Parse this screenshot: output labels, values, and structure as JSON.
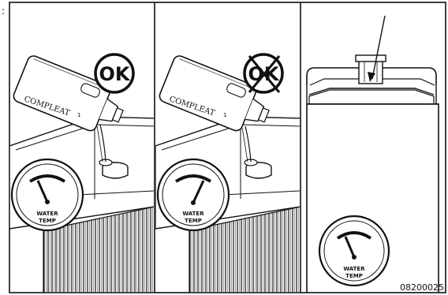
{
  "panels": [
    {
      "jug_label": "COMPLEAT",
      "jug_number": "1",
      "badge": "OK",
      "badge_crossed": false,
      "gauge": {
        "line1": "WATER",
        "line2": "TEMP",
        "needle": "cold"
      }
    },
    {
      "jug_label": "COMPLEAT",
      "jug_number": "1",
      "badge": "OK",
      "badge_crossed": true,
      "gauge": {
        "line1": "WATER",
        "line2": "TEMP",
        "needle": "hot"
      }
    },
    {
      "gauge": {
        "line1": "WATER",
        "line2": "TEMP",
        "needle": "cold"
      }
    }
  ],
  "figure_code": "08200025",
  "colors": {
    "ink": "#111111",
    "paper": "#ffffff"
  }
}
